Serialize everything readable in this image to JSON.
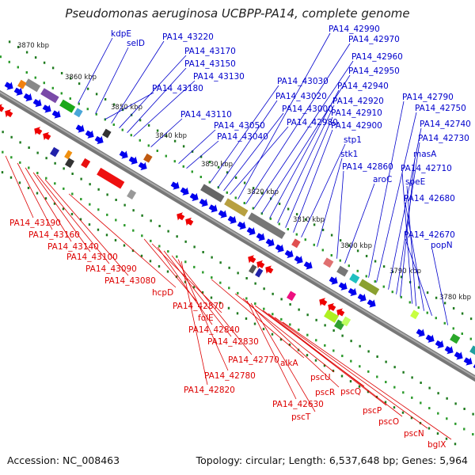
{
  "title": "Pseudomonas aeruginosa UCBPP-PA14, complete genome",
  "footer": {
    "accession": "Accession: NC_008463",
    "topology": "Topology: circular; Length: 6,537,648 bp; Genes: 5,964"
  },
  "colors": {
    "backbone": "#8a8a8a",
    "forward_labels": "#0000cc",
    "reverse_labels": "#dd0000",
    "forward_genes": "#0000ee",
    "reverse_genes": "#ee0000",
    "dots": "#1f8a1f"
  },
  "kbp_marks": [
    "3870 kbp",
    "3860 kbp",
    "3850 kbp",
    "3840 kbp",
    "3830 kbp",
    "3820 kbp",
    "3810 kbp",
    "3800 kbp",
    "3790 kbp",
    "3780 kbp"
  ],
  "forward_labels": [
    "kdpE",
    "selD",
    "PA14_43220",
    "PA14_43170",
    "PA14_43150",
    "PA14_43130",
    "PA14_43180",
    "PA14_43110",
    "PA14_43050",
    "PA14_43040",
    "PA14_43030",
    "PA14_43020",
    "PA14_43000",
    "PA14_42980",
    "PA14_42990",
    "PA14_42970",
    "PA14_42960",
    "PA14_42950",
    "PA14_42940",
    "PA14_42920",
    "PA14_42910",
    "PA14_42900",
    "stp1",
    "stk1",
    "PA14_42860",
    "aroC",
    "PA14_42790",
    "PA14_42750",
    "PA14_42740",
    "PA14_42730",
    "masA",
    "PA14_42710",
    "speE",
    "PA14_42680",
    "PA14_42670",
    "popN"
  ],
  "reverse_labels": [
    "PA14_43190",
    "PA14_43160",
    "PA14_43140",
    "PA14_43100",
    "PA14_43090",
    "PA14_43080",
    "hcpD",
    "PA14_42870",
    "folE",
    "PA14_42840",
    "PA14_42830",
    "PA14_42770",
    "PA14_42780",
    "PA14_42820",
    "alkA",
    "pscU",
    "pscR",
    "PA14_42630",
    "pscT",
    "pscQ",
    "pscP",
    "pscO",
    "pscN",
    "bglX"
  ]
}
